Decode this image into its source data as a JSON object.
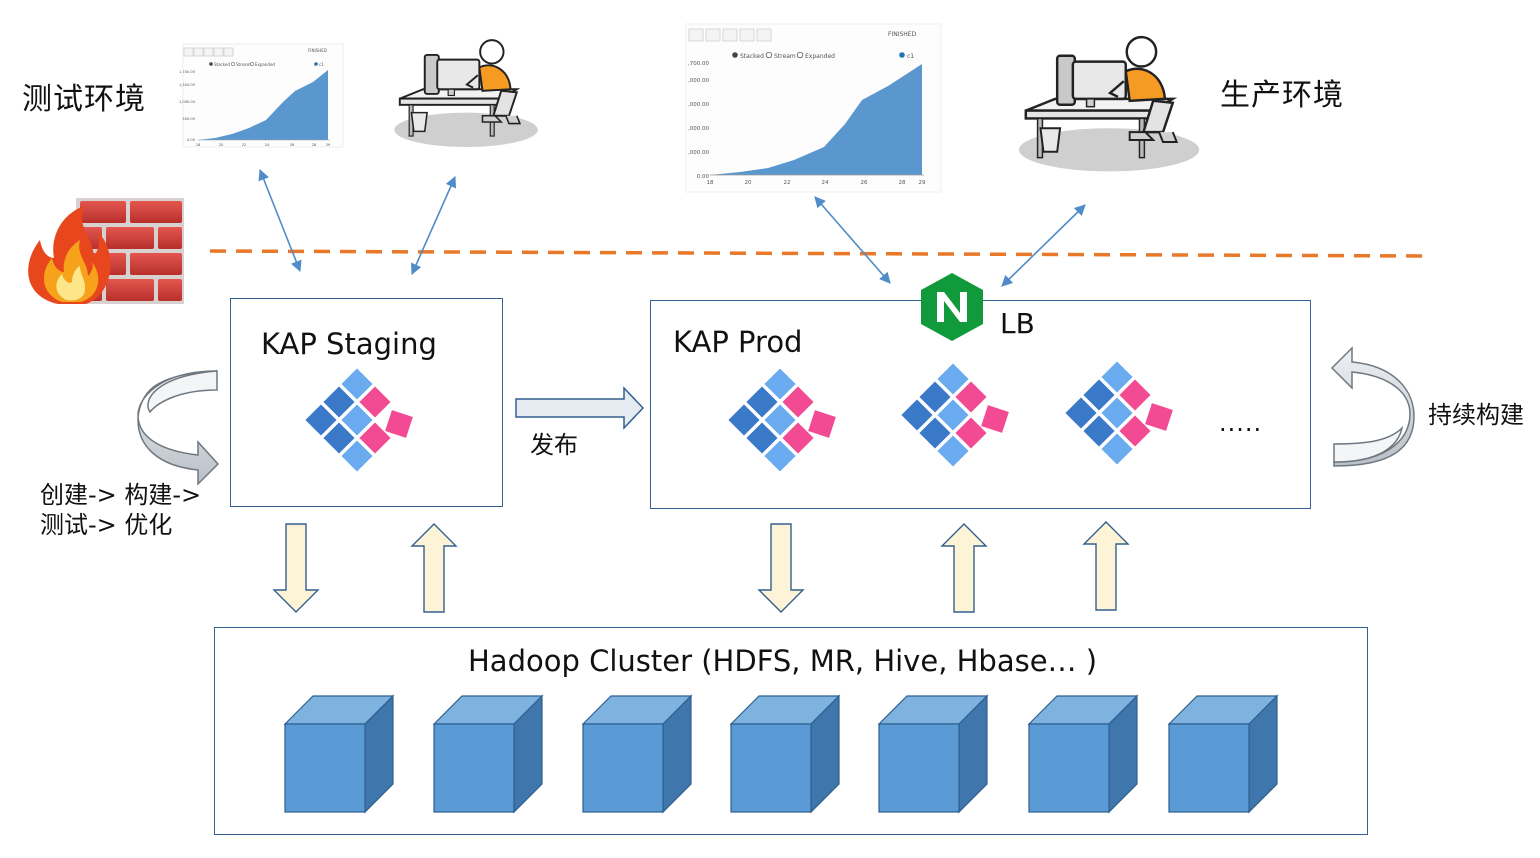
{
  "labels": {
    "test_env": "测试环境",
    "prod_env": "生产环境",
    "staging_title": "KAP Staging",
    "prod_title": "KAP Prod",
    "lb": "LB",
    "more": ".....",
    "publish": "发布",
    "lifecycle_line1": "创建-> 构建->",
    "lifecycle_line2": "测试-> 优化",
    "continuous_build": "持续构建",
    "hadoop_title": "Hadoop Cluster (HDFS, MR, Hive, Hbase… )"
  },
  "mini_chart_small": {
    "legend": [
      "Stacked",
      "Stream",
      "Expanded"
    ],
    "series_name": "c1",
    "status": "FINISHED",
    "y_ticks": [
      "1,700.00",
      "1,500.00",
      "1,000.00",
      "500.00",
      "0.00"
    ],
    "x_ticks": [
      "18",
      "20",
      "22",
      "24",
      "26",
      "28",
      "29"
    ]
  },
  "mini_chart_large": {
    "legend": [
      "Stacked",
      "Stream",
      "Expanded"
    ],
    "series_name": "c1",
    "status": "FINISHED",
    "y_ticks": [
      ",700.00",
      ",000.00",
      ",000.00",
      ",000.00",
      ",000.00",
      "0.00"
    ],
    "x_ticks": [
      "18",
      "20",
      "22",
      "24",
      "26",
      "28",
      "29"
    ]
  },
  "colors": {
    "box_border": "#34608f",
    "arrow_blue": "#4f8cc9",
    "dashed_orange": "#e8782a",
    "cube_front": "#5b9bd5",
    "cube_top": "#7eb3e0",
    "cube_side": "#3f77ad",
    "kap_blue_dark": "#3a78c8",
    "kap_blue_light": "#6aabf0",
    "kap_pink": "#f24b94",
    "nginx_green": "#119a3b",
    "hollow_arrow_fill": "#fdf3d6",
    "gray_arrow": "#c7cdd3"
  },
  "icons": [
    "firewall-icon",
    "person-at-computer-icon",
    "kap-logo-icon",
    "nginx-icon",
    "server-cube-icon"
  ]
}
